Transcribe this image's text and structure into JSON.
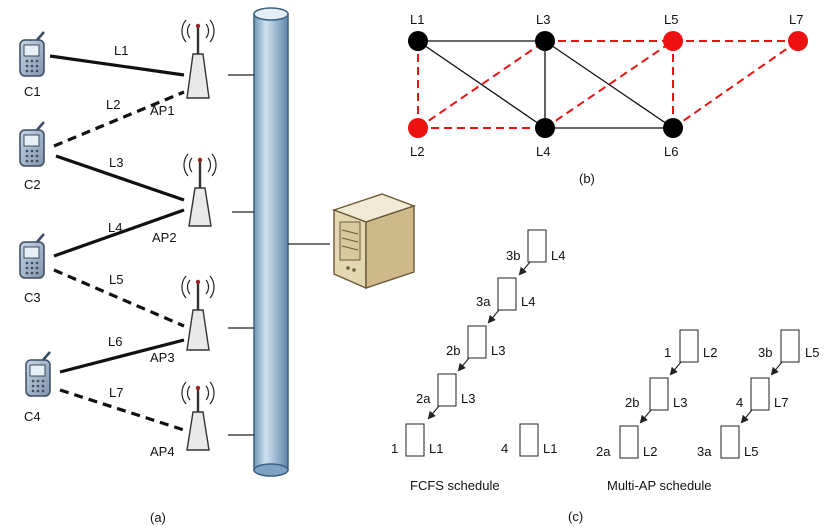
{
  "panel_a": {
    "caption": "(a)",
    "clients": [
      "C1",
      "C2",
      "C3",
      "C4"
    ],
    "aps": [
      "AP1",
      "AP2",
      "AP3",
      "AP4"
    ],
    "links": [
      {
        "label": "L1",
        "style": "solid"
      },
      {
        "label": "L2",
        "style": "dashed"
      },
      {
        "label": "L3",
        "style": "solid"
      },
      {
        "label": "L4",
        "style": "solid"
      },
      {
        "label": "L5",
        "style": "dashed"
      },
      {
        "label": "L6",
        "style": "solid"
      },
      {
        "label": "L7",
        "style": "dashed"
      }
    ]
  },
  "panel_b": {
    "caption": "(b)",
    "nodes": [
      {
        "label": "L1",
        "color": "black"
      },
      {
        "label": "L2",
        "color": "red"
      },
      {
        "label": "L3",
        "color": "black"
      },
      {
        "label": "L4",
        "color": "black"
      },
      {
        "label": "L5",
        "color": "red"
      },
      {
        "label": "L6",
        "color": "black"
      },
      {
        "label": "L7",
        "color": "red"
      }
    ],
    "edges": [
      {
        "from": "L1",
        "to": "L3",
        "style": "solid-black"
      },
      {
        "from": "L1",
        "to": "L4",
        "style": "solid-black"
      },
      {
        "from": "L3",
        "to": "L4",
        "style": "solid-black"
      },
      {
        "from": "L3",
        "to": "L6",
        "style": "solid-black"
      },
      {
        "from": "L4",
        "to": "L6",
        "style": "solid-black"
      },
      {
        "from": "L1",
        "to": "L2",
        "style": "dashed-red"
      },
      {
        "from": "L2",
        "to": "L3",
        "style": "dashed-red"
      },
      {
        "from": "L2",
        "to": "L4",
        "style": "dashed-red"
      },
      {
        "from": "L3",
        "to": "L5",
        "style": "dashed-red"
      },
      {
        "from": "L4",
        "to": "L5",
        "style": "dashed-red"
      },
      {
        "from": "L5",
        "to": "L6",
        "style": "dashed-red"
      },
      {
        "from": "L5",
        "to": "L7",
        "style": "dashed-red"
      },
      {
        "from": "L6",
        "to": "L7",
        "style": "dashed-red"
      }
    ]
  },
  "panel_c": {
    "caption": "(c)",
    "fcfs": {
      "title": "FCFS schedule",
      "steps": [
        {
          "index": "3b",
          "link": "L4"
        },
        {
          "index": "3a",
          "link": "L4"
        },
        {
          "index": "2b",
          "link": "L3"
        },
        {
          "index": "2a",
          "link": "L3"
        },
        {
          "index": "1",
          "link": "L1"
        },
        {
          "index": "4",
          "link": "L1"
        }
      ]
    },
    "multi_ap": {
      "title": "Multi-AP schedule",
      "steps": [
        {
          "index": "1",
          "link": "L2"
        },
        {
          "index": "2b",
          "link": "L3"
        },
        {
          "index": "2a",
          "link": "L2"
        },
        {
          "index": "3b",
          "link": "L5"
        },
        {
          "index": "4",
          "link": "L7"
        },
        {
          "index": "3a",
          "link": "L5"
        }
      ]
    }
  },
  "colors": {
    "red_node": "#ee1111",
    "red_edge": "#ee1111",
    "pipe": "#a8c6dc"
  },
  "icons": [
    "cell-phone-icon",
    "access-point-icon",
    "server-icon"
  ]
}
